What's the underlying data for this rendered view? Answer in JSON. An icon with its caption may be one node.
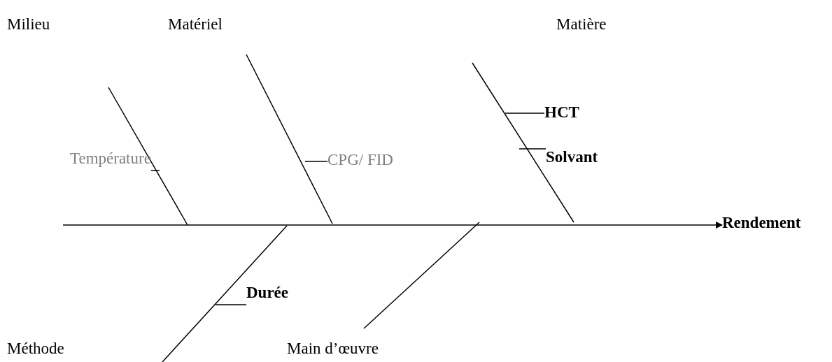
{
  "diagram": {
    "nodes": [
      {
        "text": [
          "HCT"
        ]
      },
      {
        "text": [
          "Température"
        ]
      },
      {
        "text": [
          "CPG/ FID"
        ]
      },
      {
        "text": [
          "Solvant"
        ]
      },
      {
        "text": [
          "Rendement"
        ]
      },
      {
        "text": [
          "Durée"
        ]
      }
    ],
    "edges": [
      {
        "from": null,
        "to": 4,
        "arrow": "to"
      },
      {
        "from": 1,
        "to": null,
        "arrow": "none"
      },
      {
        "from": 2,
        "to": null,
        "arrow": "none"
      },
      {
        "from": 0,
        "to": null,
        "arrow": "none"
      },
      {
        "from": 3,
        "to": null,
        "arrow": "none"
      },
      {
        "from": 5,
        "to": null,
        "arrow": "none"
      }
    ],
    "labels": [
      "Milieu",
      "Matériel",
      "Matière",
      "Méthode",
      "Main d’œuvre"
    ]
  }
}
